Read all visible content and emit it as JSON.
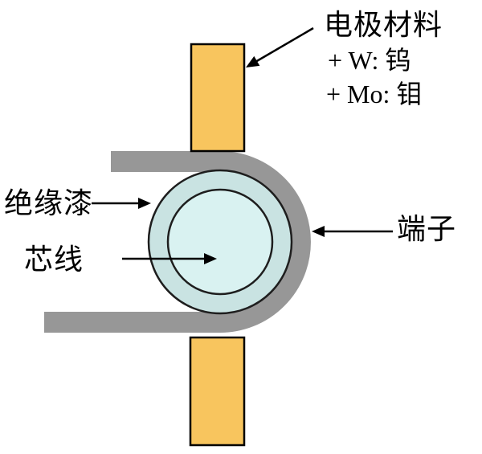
{
  "diagram": {
    "title_label": "电极材料",
    "bullets": {
      "tungsten": "+ W:  钨",
      "molybdenum": "+ Mo:  钼"
    },
    "labels": {
      "insulation": "绝缘漆",
      "core_wire": "芯线",
      "terminal": "端子"
    },
    "colors": {
      "electrode_fill": "#F8C55E",
      "terminal_gray": "#979797",
      "insulation_fill": "#C9E3E2",
      "core_fill": "#D9F2F1",
      "outline": "#1E1E1E",
      "ink": "#000000",
      "background": "#FFFFFF"
    }
  }
}
